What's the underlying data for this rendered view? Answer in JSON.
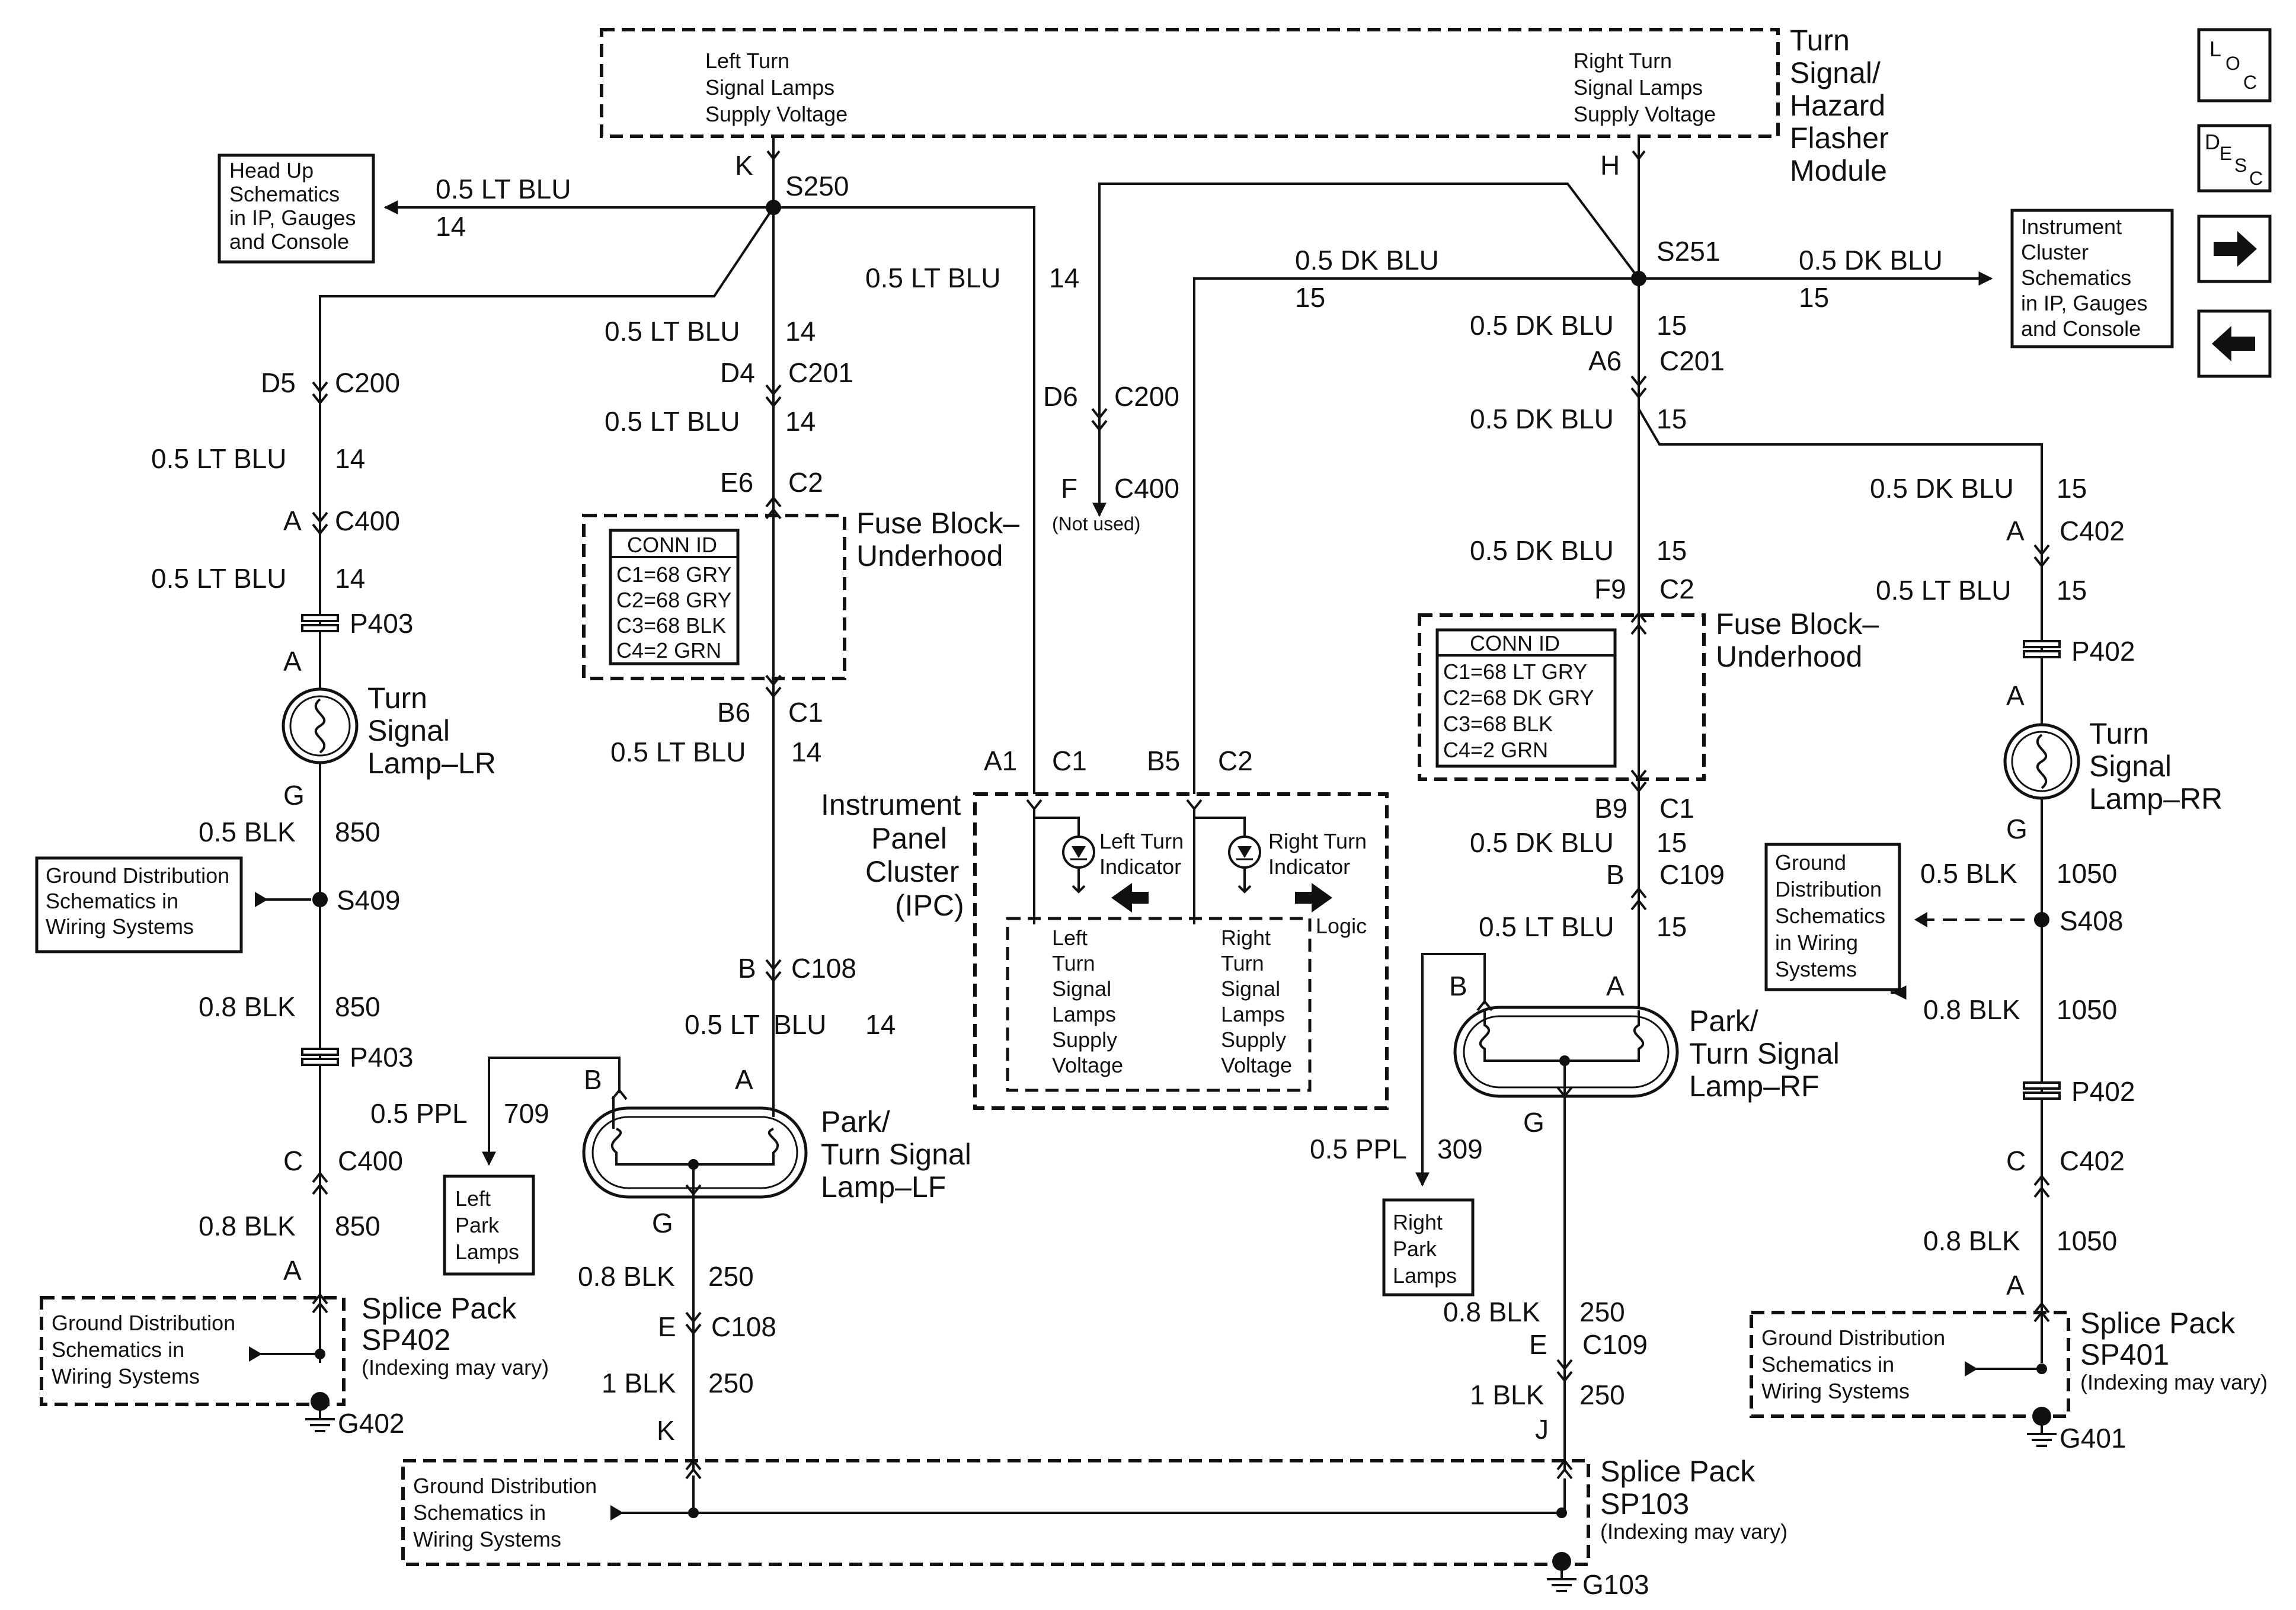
{
  "flasher": {
    "left_supply": [
      "Left Turn",
      "Signal Lamps",
      "Supply Voltage"
    ],
    "right_supply": [
      "Right Turn",
      "Signal Lamps",
      "Supply Voltage"
    ],
    "title": [
      "Turn",
      "Signal/",
      "Hazard",
      "Flasher",
      "Module"
    ],
    "pin_k": "K",
    "pin_h": "H"
  },
  "icons": {
    "loc": [
      "L",
      "O",
      "C"
    ],
    "desc": [
      "D",
      "E",
      "S",
      "C"
    ]
  },
  "splices": {
    "s250": "S250",
    "s251": "S251",
    "s409": "S409",
    "s408": "S408"
  },
  "refs": {
    "head_up": [
      "Head Up",
      "Schematics",
      "in IP, Gauges",
      "and Console"
    ],
    "instrument": [
      "Instrument",
      "Cluster",
      "Schematics",
      "in IP, Gauges",
      "and Console"
    ],
    "ground_lr": [
      "Ground Distribution",
      "Schematics in",
      "Wiring Systems"
    ],
    "ground_rr": [
      "Ground",
      "Distribution",
      "Schematics",
      "in Wiring",
      "Systems"
    ],
    "ground_sp402": [
      "Ground Distribution",
      "Schematics in",
      "Wiring Systems"
    ],
    "ground_sp401": [
      "Ground Distribution",
      "Schematics in",
      "Wiring Systems"
    ],
    "ground_sp103": [
      "Ground Distribution",
      "Schematics in",
      "Wiring Systems"
    ],
    "left_park": [
      "Left",
      "Park",
      "Lamps"
    ],
    "right_park": [
      "Right",
      "Park",
      "Lamps"
    ]
  },
  "wires": {
    "lt_blu": "0.5 LT BLU",
    "dk_blu": "0.5 DK BLU",
    "c14": "14",
    "c15": "15",
    "blk05": "0.5 BLK",
    "blk08": "0.8 BLK",
    "blk1": "1 BLK",
    "ppl": "0.5 PPL",
    "lt_blu_split": "0.5 LT",
    "blu_tail": "BLU",
    "c850": "850",
    "c1050": "1050",
    "c250": "250",
    "c709": "709",
    "c309": "309"
  },
  "connectors": {
    "d5": "D5",
    "c200": "C200",
    "a": "A",
    "c400": "C400",
    "p403": "P403",
    "g": "G",
    "c": "C",
    "d4": "D4",
    "c201": "C201",
    "e6": "E6",
    "c2": "C2",
    "b6": "B6",
    "c1": "C1",
    "b": "B",
    "c108": "C108",
    "e": "E",
    "k": "K",
    "d6": "D6",
    "f": "F",
    "not_used": "(Not used)",
    "a1": "A1",
    "b5": "B5",
    "a6": "A6",
    "f9": "F9",
    "b9": "B9",
    "c109": "C109",
    "j": "J",
    "c402": "C402",
    "p402": "P402"
  },
  "fuse_left": {
    "title": [
      "Fuse Block–",
      "Underhood"
    ],
    "conn_header": "CONN ID",
    "rows": [
      "C1=68 GRY",
      "C2=68 GRY",
      "C3=68 BLK",
      "C4=2 GRN"
    ]
  },
  "fuse_right": {
    "title": [
      "Fuse Block–",
      "Underhood"
    ],
    "conn_header": "CONN ID",
    "rows": [
      "C1=68 LT GRY",
      "C2=68 DK GRY",
      "C3=68 BLK",
      "C4=2 GRN"
    ]
  },
  "lamps": {
    "lr": [
      "Turn",
      "Signal",
      "Lamp–LR"
    ],
    "rr": [
      "Turn",
      "Signal",
      "Lamp–RR"
    ],
    "lf": [
      "Park/",
      "Turn Signal",
      "Lamp–LF"
    ],
    "rf": [
      "Park/",
      "Turn Signal",
      "Lamp–RF"
    ]
  },
  "ipc": {
    "title": [
      "Instrument",
      "Panel",
      "Cluster",
      "(IPC)"
    ],
    "left_ind": [
      "Left Turn",
      "Indicator"
    ],
    "right_ind": [
      "Right Turn",
      "Indicator"
    ],
    "logic": "Logic",
    "left_supply": [
      "Left",
      "Turn",
      "Signal",
      "Lamps",
      "Supply",
      "Voltage"
    ],
    "right_supply": [
      "Right",
      "Turn",
      "Signal",
      "Lamps",
      "Supply",
      "Voltage"
    ]
  },
  "splice_packs": {
    "sp402": [
      "Splice Pack",
      "SP402"
    ],
    "sp401": [
      "Splice Pack",
      "SP401"
    ],
    "sp103": [
      "Splice Pack",
      "SP103"
    ],
    "indexing": "(Indexing may vary)"
  },
  "grounds": {
    "g402": "G402",
    "g401": "G401",
    "g103": "G103"
  }
}
